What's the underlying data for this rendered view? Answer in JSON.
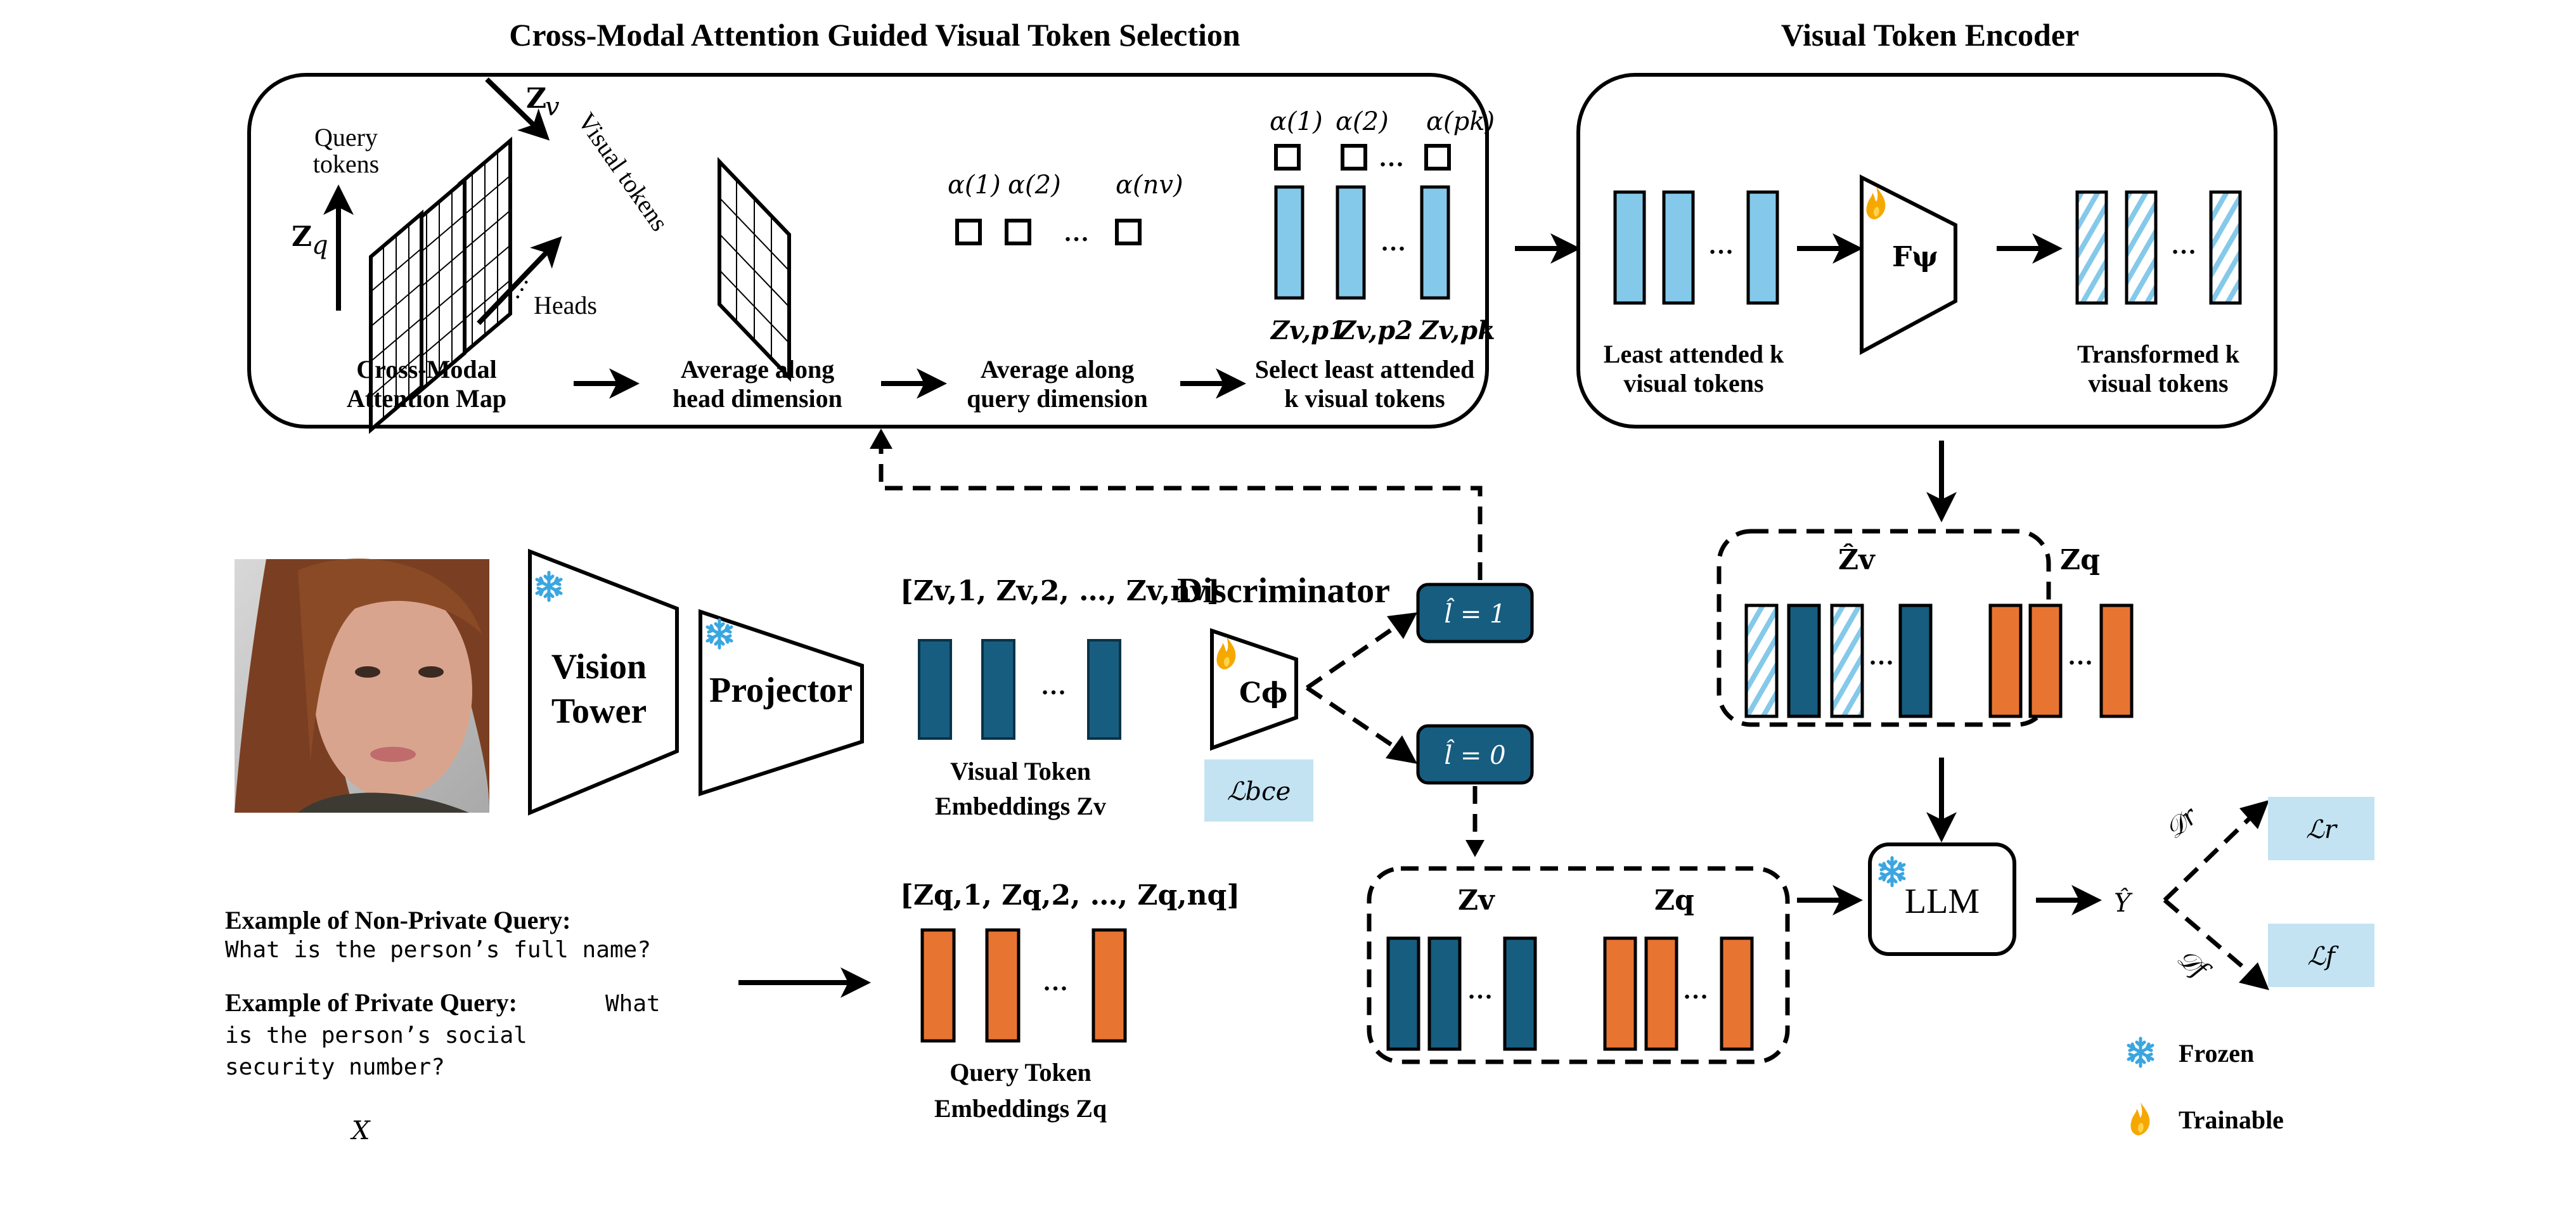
{
  "colors": {
    "visual_token": "#175d7f",
    "query_token": "#e87432",
    "selected_token": "#84c9ea",
    "loss_box": "#c3e3f3",
    "frozen_icon": "#3aa6e0",
    "trainable_icon": "#f5a800"
  },
  "selection": {
    "title": "Cross-Modal Attention Guided Visual Token Selection",
    "axis_query": "Query tokens",
    "axis_visual": "Visual tokens",
    "axis_heads": "Heads",
    "zq": "Z",
    "zq_sub": "q",
    "zv": "Z",
    "zv_sub": "v",
    "alpha_labels": [
      "α(1)",
      "α(2)",
      "α(nv)"
    ],
    "alpha_selected": [
      "α(1)",
      "α(2)",
      "α(pk)"
    ],
    "selected_token_labels": [
      "Zv,p1",
      "Zv,p2",
      "Zv,pk"
    ],
    "ellipsis": "…",
    "steps": [
      {
        "line1": "Cross-Modal",
        "line2": "Attention Map"
      },
      {
        "line1": "Average along",
        "line2": "head dimension"
      },
      {
        "line1": "Average along",
        "line2": "query dimension"
      },
      {
        "line1": "Select least attended",
        "line2": "k visual tokens"
      }
    ]
  },
  "encoder": {
    "title": "Visual Token Encoder",
    "module": "Fψ",
    "input_label_1": "Least attended k",
    "input_label_2": "visual tokens",
    "output_label_1": "Transformed k",
    "output_label_2": "visual tokens"
  },
  "pipeline": {
    "vision_tower_1": "Vision",
    "vision_tower_2": "Tower",
    "projector": "Projector",
    "visual_seq": "[Zv,1, Zv,2, …, Zv,nv]",
    "visual_emb_1": "Visual Token",
    "visual_emb_2": "Embeddings Zv",
    "discriminator": "Discriminator",
    "disc_module": "Cϕ",
    "loss_bce": "ℒbce",
    "pred_1": "l̂ = 1",
    "pred_0": "l̂ = 0",
    "query_seq": "[Zq,1, Zq,2, …, Zq,nq]",
    "query_emb_1": "Query Token",
    "query_emb_2": "Embeddings Zq"
  },
  "queries": {
    "nonprivate_heading": "Example of Non-Private Query:",
    "nonprivate_text": "What is the person’s full name?",
    "private_heading": "Example of Private Query:",
    "private_text_1": "What",
    "private_text_2": "is the person’s social",
    "private_text_3": "security number?",
    "input_symbol": "X"
  },
  "combined_top": {
    "label_v": "Ẑv",
    "label_q": "Zq"
  },
  "combined_bottom": {
    "label_v": "Zv",
    "label_q": "Zq"
  },
  "llm": {
    "label": "LLM",
    "output": "Ŷ",
    "branch_r": "𝒟r",
    "branch_f": "𝒟f",
    "loss_r": "ℒr",
    "loss_f": "ℒf"
  },
  "legend": {
    "frozen": "Frozen",
    "trainable": "Trainable"
  }
}
